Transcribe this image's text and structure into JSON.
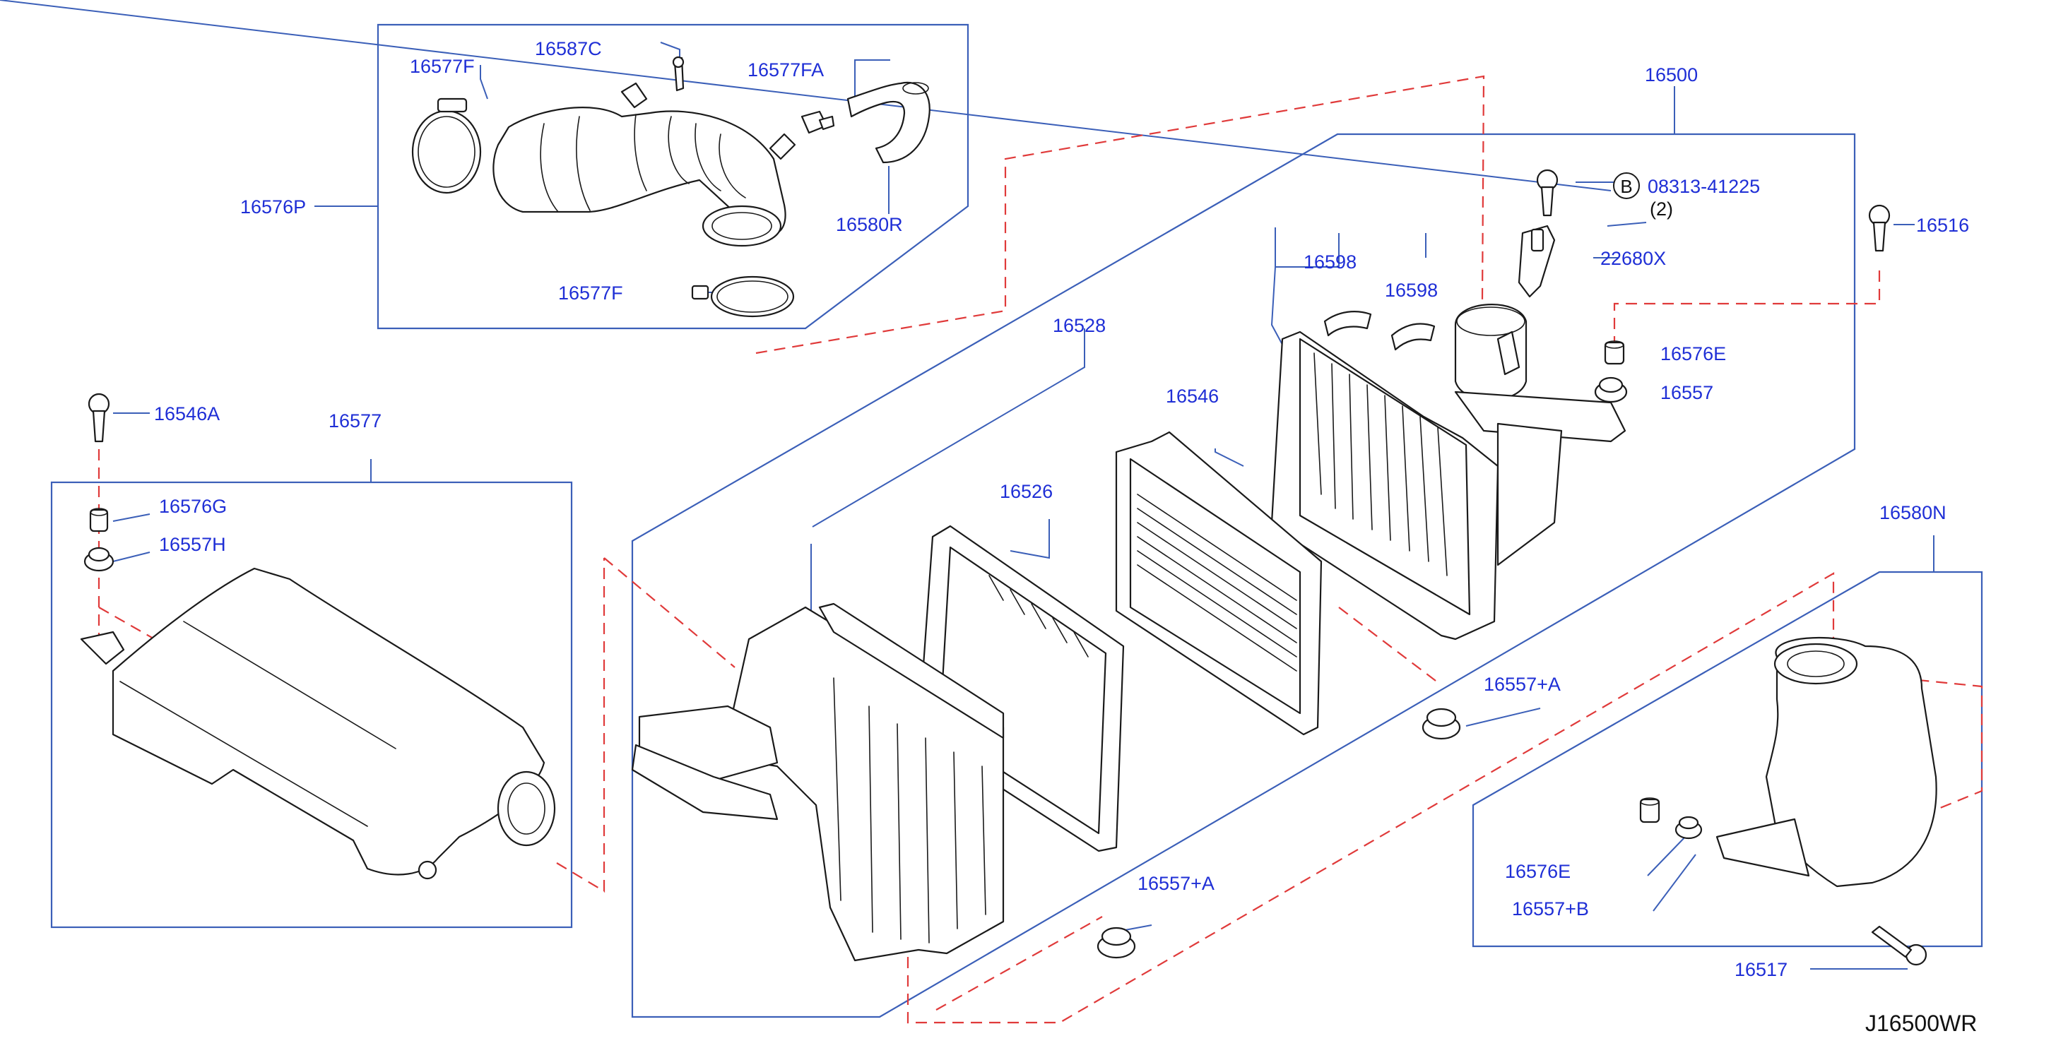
{
  "diagram": {
    "reference": "J16500WR",
    "labels": {
      "p16577F_top": "16577F",
      "p16587C": "16587C",
      "p16577FA": "16577FA",
      "p16576P": "16576P",
      "p16580R": "16580R",
      "p16577F_bottom": "16577F",
      "p16500": "16500",
      "p08313": "08313-41225",
      "p08313_qty": "(2)",
      "bolt_marker": "B",
      "p16516": "16516",
      "p22680X": "22680X",
      "p16598_left": "16598",
      "p16598_right": "16598",
      "p16528": "16528",
      "p16576E_top": "16576E",
      "p16557": "16557",
      "p16546": "16546",
      "p16546A": "16546A",
      "p16577": "16577",
      "p16576G": "16576G",
      "p16557H": "16557H",
      "p16526": "16526",
      "p16580N": "16580N",
      "p16557A_right": "16557+A",
      "p16557A_bottom": "16557+A",
      "p16576E_bottom": "16576E",
      "p16557B": "16557+B",
      "p16517": "16517"
    },
    "colors": {
      "label": "#1f2fd6",
      "frame": "#3b5fb8",
      "dashed_guide": "#e03a3a",
      "outline": "#1a1a1a"
    }
  }
}
